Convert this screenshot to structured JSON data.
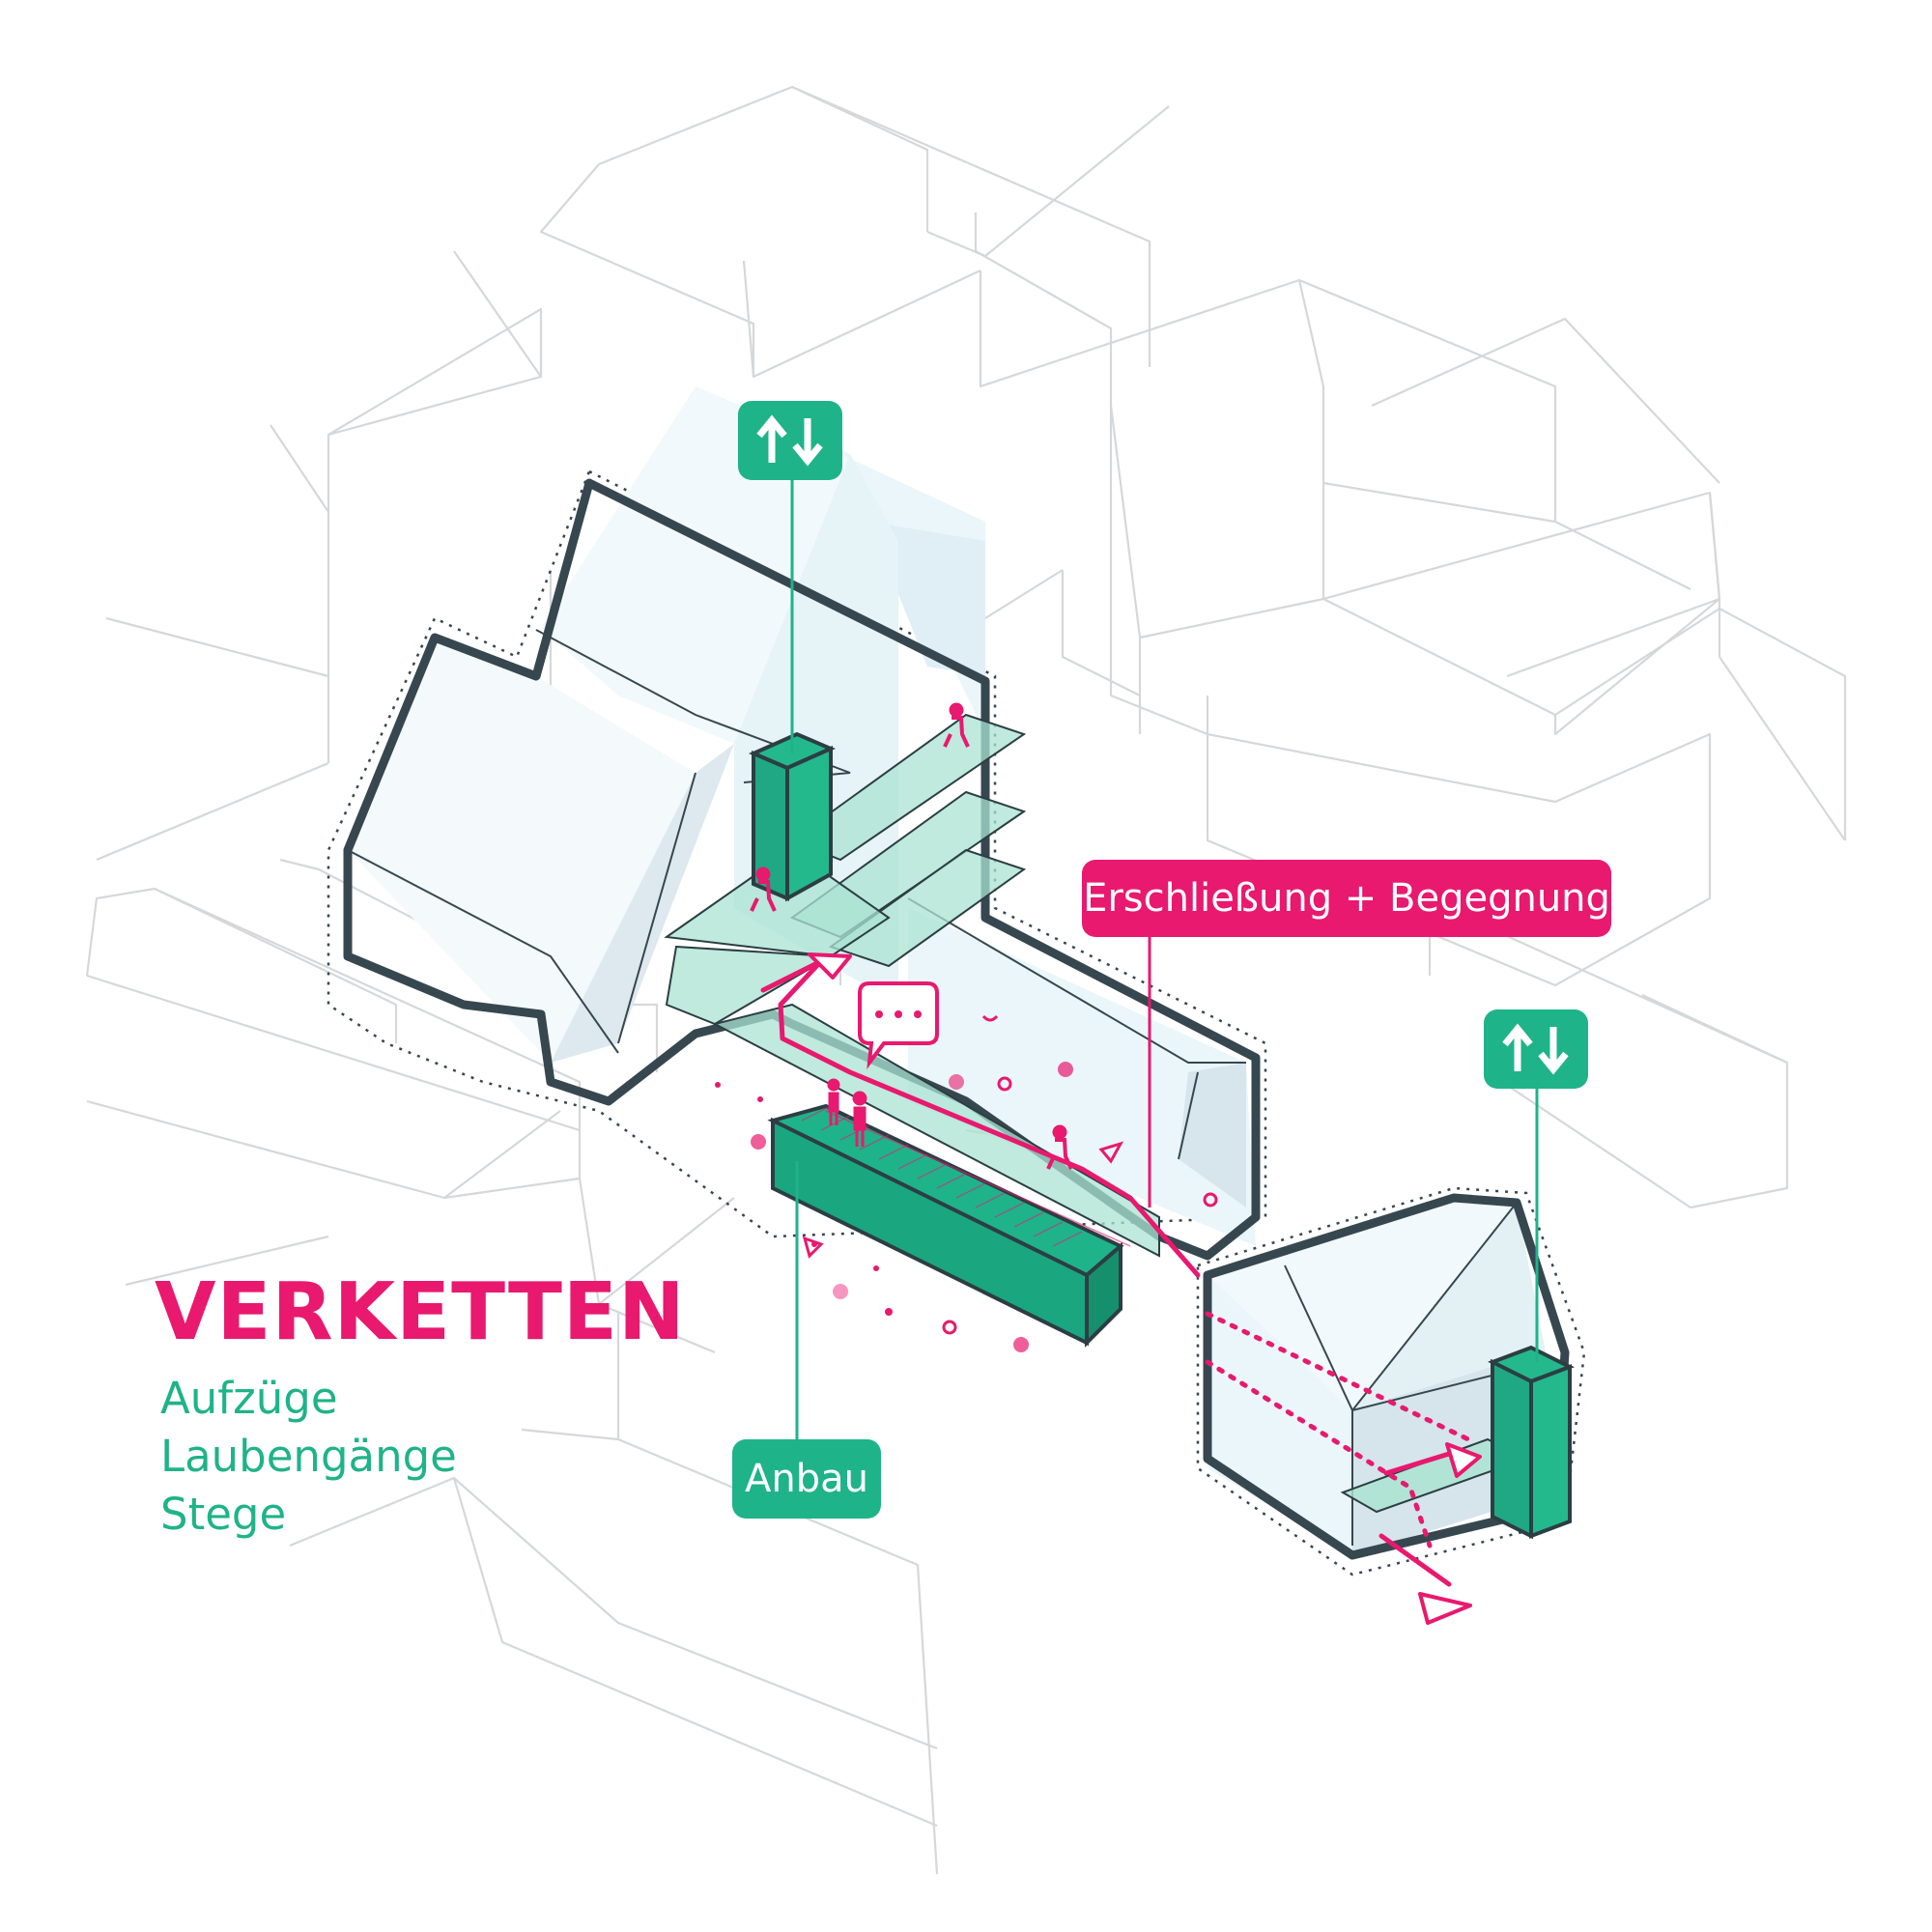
{
  "title": "VERKETTEN",
  "subtitle_lines": [
    "Aufzüge",
    "Laubengänge",
    "Stege"
  ],
  "labels": {
    "circulation": "Erschließung + Begegnung",
    "annex": "Anbau"
  },
  "icons": {
    "elevator_left": "elevator-up-down-icon",
    "elevator_right": "elevator-up-down-icon",
    "speech": "speech-bubble-icon",
    "pedestrian": "pedestrian-icon"
  },
  "colors": {
    "accent_pink": "#e8196e",
    "accent_green": "#1fb389",
    "light_green": "#a9e3d1",
    "building_outline": "#37474f",
    "context_lines": "#d5d8da"
  }
}
